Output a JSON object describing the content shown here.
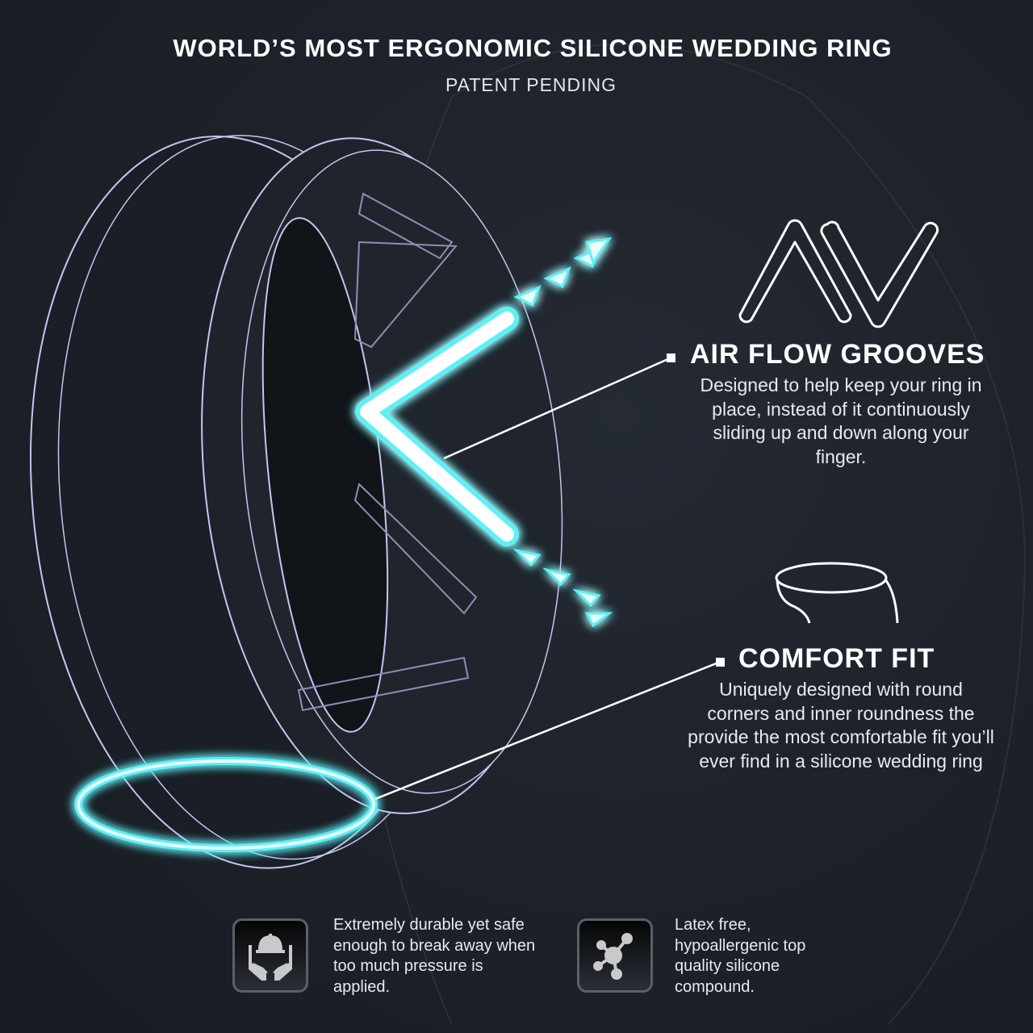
{
  "header": {
    "title": "WORLD’S MOST ERGONOMIC SILICONE WEDDING RING",
    "subtitle": "PATENT PENDING"
  },
  "features": [
    {
      "icon": "air-flow-grooves-icon",
      "title": "AIR FLOW GROOVES",
      "description": "Designed to help keep your ring in place, instead of it continuously sliding up and down along your finger."
    },
    {
      "icon": "comfort-fit-icon",
      "title": "COMFORT FIT",
      "description": "Uniquely designed with round corners and inner roundness the provide the most comfortable fit you’ll ever find in a silicone wedding ring"
    }
  ],
  "badges": [
    {
      "icon": "hands-hardhat-icon",
      "text": "Extremely durable yet safe enough to break away when too much pressure is applied."
    },
    {
      "icon": "molecule-icon",
      "text": "Latex free, hypoallergenic top quality silicone compound."
    }
  ],
  "colors": {
    "accent": "#5ff0f5",
    "background": "#1d2129",
    "outline": "#b9b6e8"
  }
}
